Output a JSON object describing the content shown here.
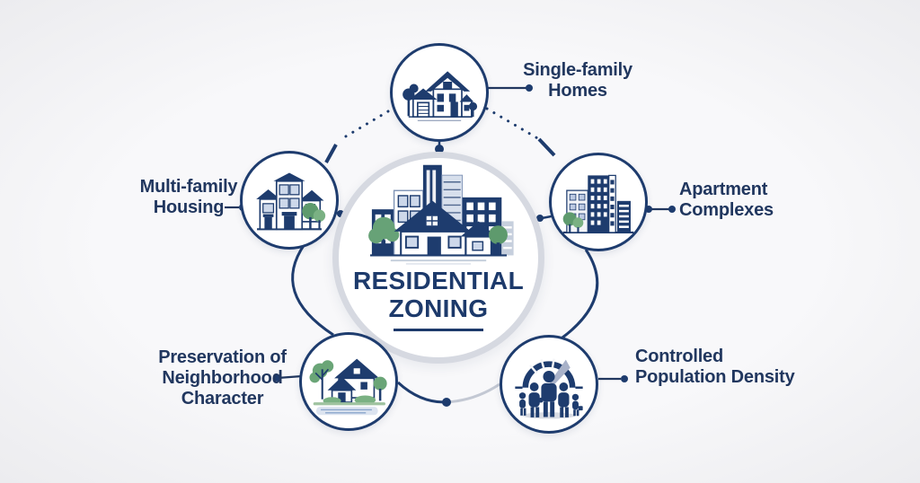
{
  "background_color": "#f4f5f7",
  "colors": {
    "navy": "#1e3c6e",
    "title_text": "#1d3a6b",
    "label_text": "#21375f",
    "center_ring_gray": "#d6d9e1",
    "bottom_arc_gray": "#c3c8d3",
    "tree_green": "#67a277",
    "tree_green_light": "#7ab183",
    "window_light_blue": "#cdd8ea",
    "needle_gray_blue": "#a9b2c9",
    "shadow_gray": "#d9dce3"
  },
  "center": {
    "icon": "city-skyline-and-house",
    "title_line1": "RESIDENTIAL",
    "title_line2": "ZONING"
  },
  "nodes": [
    {
      "id": "single-family-homes",
      "icon": "single-family-house",
      "label_lines": [
        "Single-family",
        "Homes"
      ]
    },
    {
      "id": "multi-family-housing",
      "icon": "multi-family-house",
      "label_lines": [
        "Multi-family",
        "Housing"
      ]
    },
    {
      "id": "apartment-complexes",
      "icon": "apartment-buildings",
      "label_lines": [
        "Apartment",
        "Complexes"
      ]
    },
    {
      "id": "preservation-of-neighborhood-character",
      "icon": "neighborhood-houses-and-trees",
      "label_lines": [
        "Preservation of",
        "Neighborhood",
        "Character"
      ]
    },
    {
      "id": "controlled-population-density",
      "icon": "density-gauge-and-family",
      "label_lines": [
        "Controlled",
        "Population Density"
      ]
    }
  ]
}
